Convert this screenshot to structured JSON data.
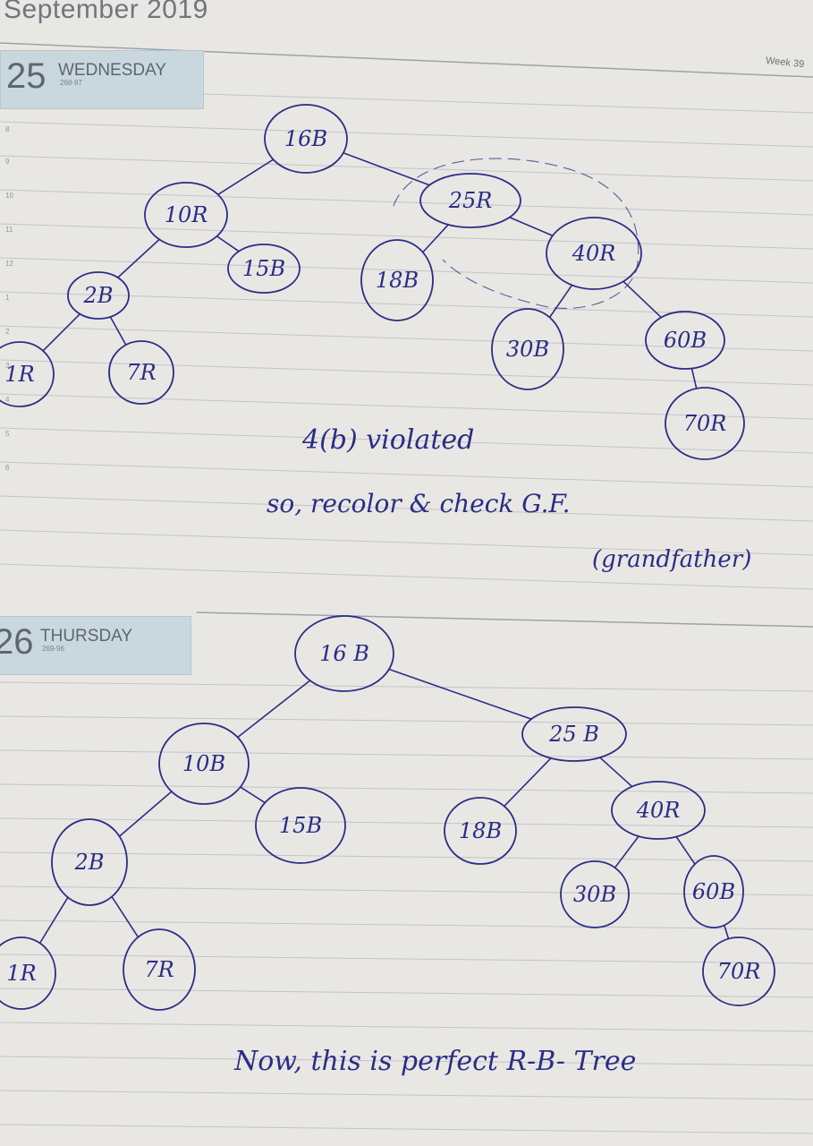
{
  "header": {
    "month_year": "September 2019",
    "week": "Week 39"
  },
  "day1": {
    "date_num": "25",
    "weekday": "WEDNESDAY",
    "day_of_year": "268-97",
    "hours": [
      "8",
      "9",
      "10",
      "11",
      "12",
      "1",
      "2",
      "3",
      "4",
      "5",
      "6"
    ]
  },
  "day2": {
    "date_num": "26",
    "weekday": "THURSDAY",
    "day_of_year": "269-96"
  },
  "tree1": {
    "nodes": [
      {
        "id": "n16",
        "label": "16B"
      },
      {
        "id": "n10",
        "label": "10R"
      },
      {
        "id": "n25",
        "label": "25R"
      },
      {
        "id": "n2",
        "label": "2B"
      },
      {
        "id": "n15",
        "label": "15B"
      },
      {
        "id": "n18",
        "label": "18B"
      },
      {
        "id": "n40",
        "label": "40R"
      },
      {
        "id": "n1",
        "label": "1R"
      },
      {
        "id": "n7",
        "label": "7R"
      },
      {
        "id": "n30",
        "label": "30B"
      },
      {
        "id": "n60",
        "label": "60B"
      },
      {
        "id": "n70",
        "label": "70R"
      }
    ],
    "edges": [
      [
        "n16",
        "n10"
      ],
      [
        "n16",
        "n25"
      ],
      [
        "n10",
        "n2"
      ],
      [
        "n10",
        "n15"
      ],
      [
        "n2",
        "n1"
      ],
      [
        "n2",
        "n7"
      ],
      [
        "n25",
        "n18"
      ],
      [
        "n25",
        "n40"
      ],
      [
        "n40",
        "n30"
      ],
      [
        "n40",
        "n60"
      ],
      [
        "n60",
        "n70"
      ]
    ]
  },
  "note1": {
    "line1": "4(b) violated",
    "line2": "so, recolor & check G.F.",
    "line3": "(grandfather)"
  },
  "tree2": {
    "nodes": [
      {
        "id": "m16",
        "label": "16 B"
      },
      {
        "id": "m10",
        "label": "10B"
      },
      {
        "id": "m25",
        "label": "25 B"
      },
      {
        "id": "m2",
        "label": "2B"
      },
      {
        "id": "m15",
        "label": "15B"
      },
      {
        "id": "m18",
        "label": "18B"
      },
      {
        "id": "m40",
        "label": "40R"
      },
      {
        "id": "m1",
        "label": "1R"
      },
      {
        "id": "m7",
        "label": "7R"
      },
      {
        "id": "m30",
        "label": "30B"
      },
      {
        "id": "m60",
        "label": "60B"
      },
      {
        "id": "m70",
        "label": "70R"
      }
    ],
    "edges": [
      [
        "m16",
        "m10"
      ],
      [
        "m16",
        "m25"
      ],
      [
        "m10",
        "m2"
      ],
      [
        "m10",
        "m15"
      ],
      [
        "m2",
        "m1"
      ],
      [
        "m2",
        "m7"
      ],
      [
        "m25",
        "m18"
      ],
      [
        "m25",
        "m40"
      ],
      [
        "m40",
        "m30"
      ],
      [
        "m40",
        "m60"
      ],
      [
        "m60",
        "m70"
      ]
    ]
  },
  "note2": {
    "line1": "Now, this is perfect R-B- Tree"
  },
  "colors": {
    "ink": "#2a2d86",
    "rule": "#c2c4c8",
    "tab": "#c9d8de",
    "paper": "#e9e7e3"
  }
}
